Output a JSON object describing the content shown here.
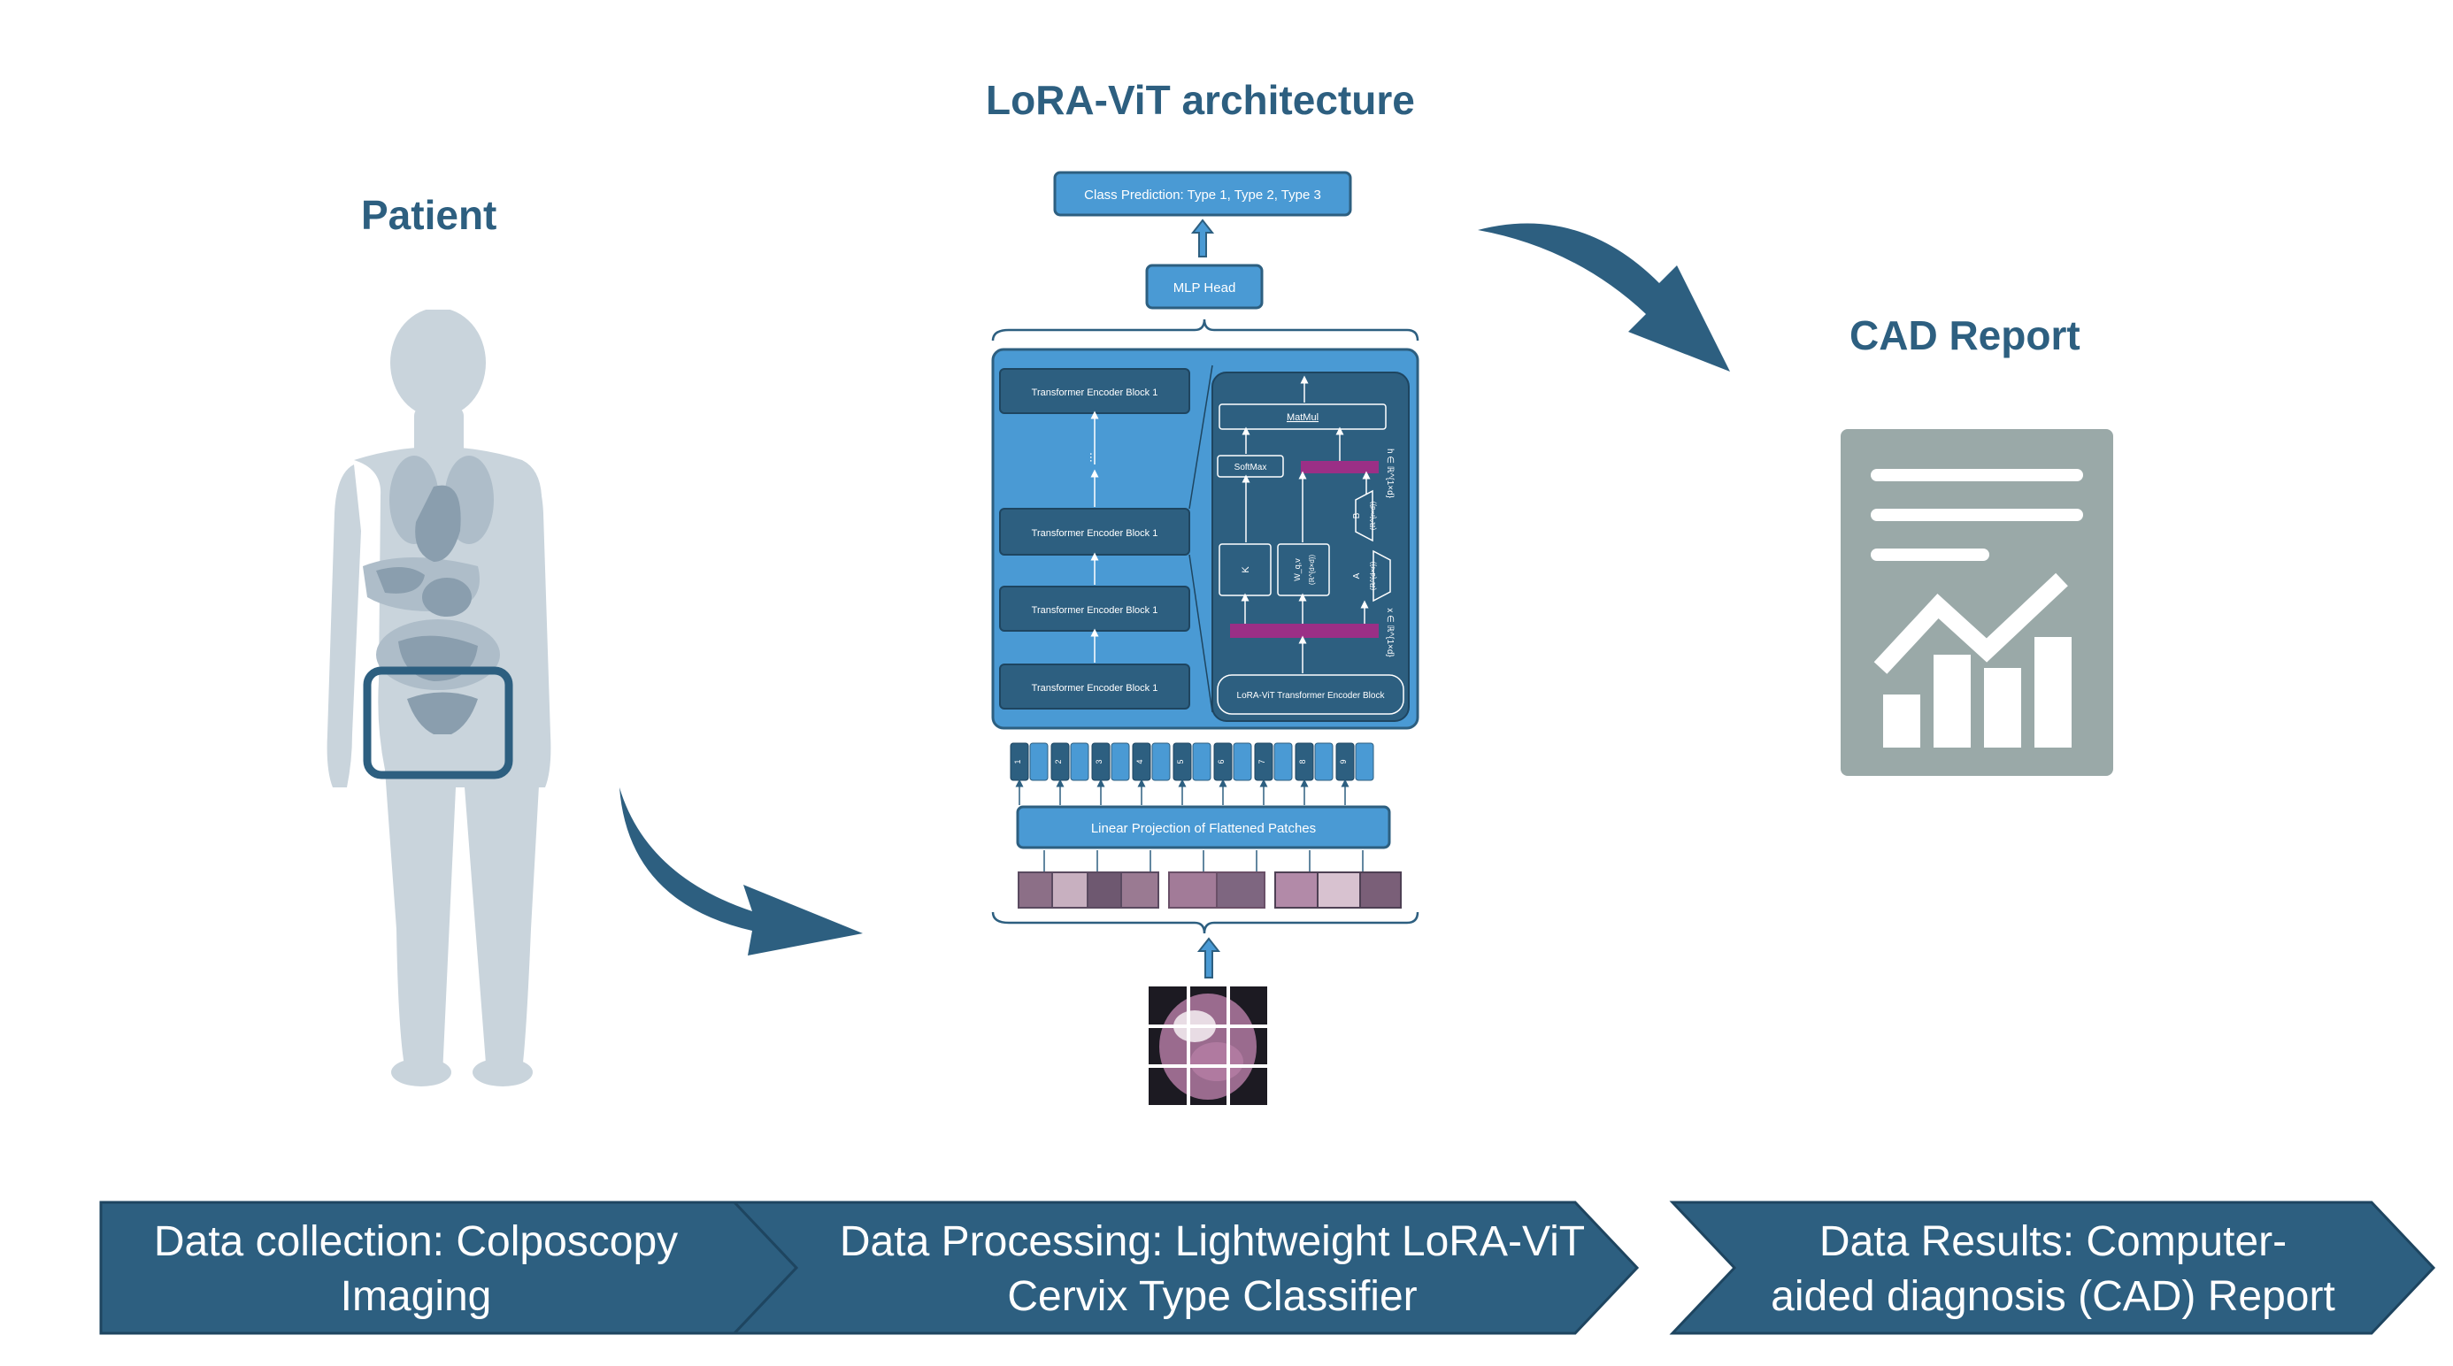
{
  "titles": {
    "patient": "Patient",
    "architecture": "LoRA-ViT architecture",
    "report": "CAD Report"
  },
  "architecture": {
    "class_prediction": "Class Prediction: Type 1, Type 2, Type 3",
    "mlp_head": "MLP Head",
    "encoder_blocks": [
      "Transformer Encoder Block 1",
      "Transformer Encoder Block 1",
      "Transformer Encoder Block 1",
      "Transformer Encoder Block 1"
    ],
    "ellipsis": "...",
    "matmul": "MatMul",
    "softmax": "SoftMax",
    "k_label": "K",
    "wqv_label": "W_q,v",
    "wqv_sub": "(ℝ^{d×d})",
    "a_label": "A",
    "a_sub": "(ℝ^{d×r})",
    "b_label": "B",
    "b_sub": "(ℝ^{r×d})",
    "h_label": "h ∈ ℝ^{1×d}",
    "x_label": "x ∈ ℝ^{1×d}",
    "lora_block": "LoRA-ViT Transformer Encoder Block",
    "patch_numbers": [
      "1",
      "2",
      "3",
      "4",
      "5",
      "6",
      "7",
      "8",
      "9"
    ],
    "linear_projection": "Linear Projection of Flattened Patches"
  },
  "steps": [
    {
      "line1": "Data collection: Colposcopy",
      "line2": "Imaging"
    },
    {
      "line1": "Data Processing: Lightweight LoRA-ViT",
      "line2": "Cervix Type Classifier"
    },
    {
      "line1": "Data Results: Computer-",
      "line2": "aided diagnosis (CAD) Report"
    }
  ],
  "colors": {
    "dark_blue": "#2d5f80",
    "mid_blue": "#4a9ad4",
    "body_gray": "#c9d4dc",
    "report_gray": "#9aa9a8",
    "purple": "#9b2f86"
  }
}
